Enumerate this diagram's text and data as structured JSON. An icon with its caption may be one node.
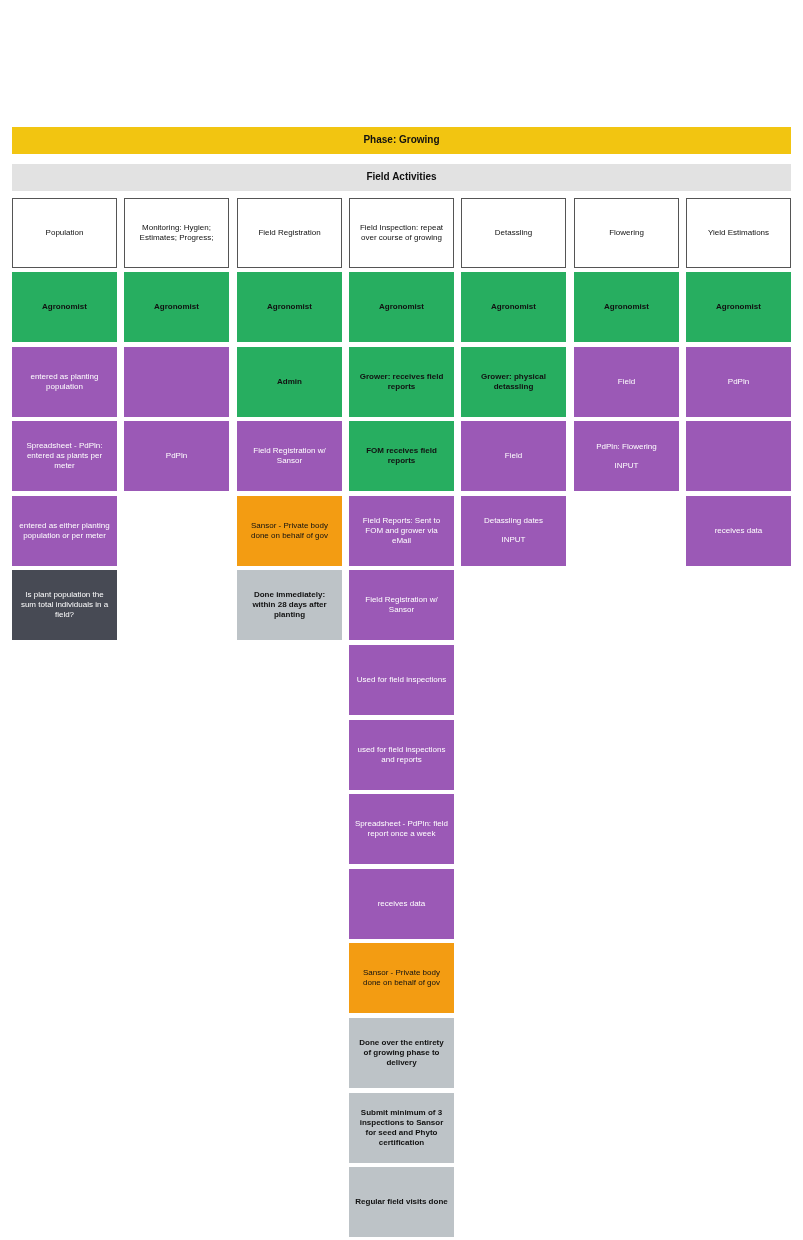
{
  "diagram": {
    "nodes": [
      {
        "text": [
          "Phase: Growing"
        ]
      },
      {
        "text": [
          "Field Activities"
        ]
      },
      {
        "text": [
          "Population"
        ]
      },
      {
        "text": [
          "Agronomist"
        ]
      },
      {
        "text": [
          "entered as planting population"
        ]
      },
      {
        "text": [
          "Spreadsheet - PdPln: entered as plants per meter"
        ]
      },
      {
        "text": [
          "entered as either planting population or per meter"
        ]
      },
      {
        "text": [
          "Is plant population the sum total individuals in a field?"
        ]
      },
      {
        "text": [
          "Monitoring: Hygien; Estimates; Progress;"
        ]
      },
      {
        "text": [
          "Agronomist"
        ]
      },
      {
        "text": [],
        "shape": "box"
      },
      {
        "text": [
          "PdPln"
        ]
      },
      {
        "text": [
          "Field Registration"
        ]
      },
      {
        "text": [
          "Agronomist"
        ]
      },
      {
        "text": [
          "Admin"
        ]
      },
      {
        "text": [
          "Field Registration w/ Sansor"
        ]
      },
      {
        "text": [
          "Sansor - Private body done on behalf of gov"
        ]
      },
      {
        "text": [
          "Done immediately: within 28 days after planting"
        ]
      },
      {
        "text": [
          "Field Inspection: repeat over course of growing"
        ]
      },
      {
        "text": [
          "Agronomist"
        ]
      },
      {
        "text": [
          "Grower: receives field reports"
        ]
      },
      {
        "text": [
          "FOM receives field reports"
        ]
      },
      {
        "text": [
          "Field Reports: Sent to FOM and grower via eMail"
        ]
      },
      {
        "text": [
          "Field Registration w/ Sansor"
        ]
      },
      {
        "text": [
          "Used for field inspections"
        ]
      },
      {
        "text": [
          "used for field inspections and reports"
        ]
      },
      {
        "text": [
          "Spreadsheet - PdPln: field report once a week"
        ]
      },
      {
        "text": [
          "receives data"
        ]
      },
      {
        "text": [
          "Sansor - Private body done on behalf of gov"
        ]
      },
      {
        "text": [
          "Done over the entirety of growing phase to delivery"
        ]
      },
      {
        "text": [
          "Submit minimum of 3 inspections to Sansor for seed and Phyto certification"
        ]
      },
      {
        "text": [
          "Regular field visits done"
        ]
      },
      {
        "text": [
          "Detassling"
        ]
      },
      {
        "text": [
          "Agronomist"
        ]
      },
      {
        "text": [
          "Grower: physical detassling"
        ]
      },
      {
        "text": [
          "Field"
        ]
      },
      {
        "text": [
          "Detassling dates",
          "INPUT"
        ]
      },
      {
        "text": [
          "Flowering"
        ]
      },
      {
        "text": [
          "Agronomist"
        ]
      },
      {
        "text": [
          "Field"
        ]
      },
      {
        "text": [
          "PdPln: Flowering",
          "INPUT"
        ]
      },
      {
        "text": [
          "Yield Estimations"
        ]
      },
      {
        "text": [
          "Agronomist"
        ]
      },
      {
        "text": [
          "PdPln"
        ]
      },
      {
        "text": [],
        "shape": "box"
      },
      {
        "text": [
          "receives data"
        ]
      }
    ]
  }
}
